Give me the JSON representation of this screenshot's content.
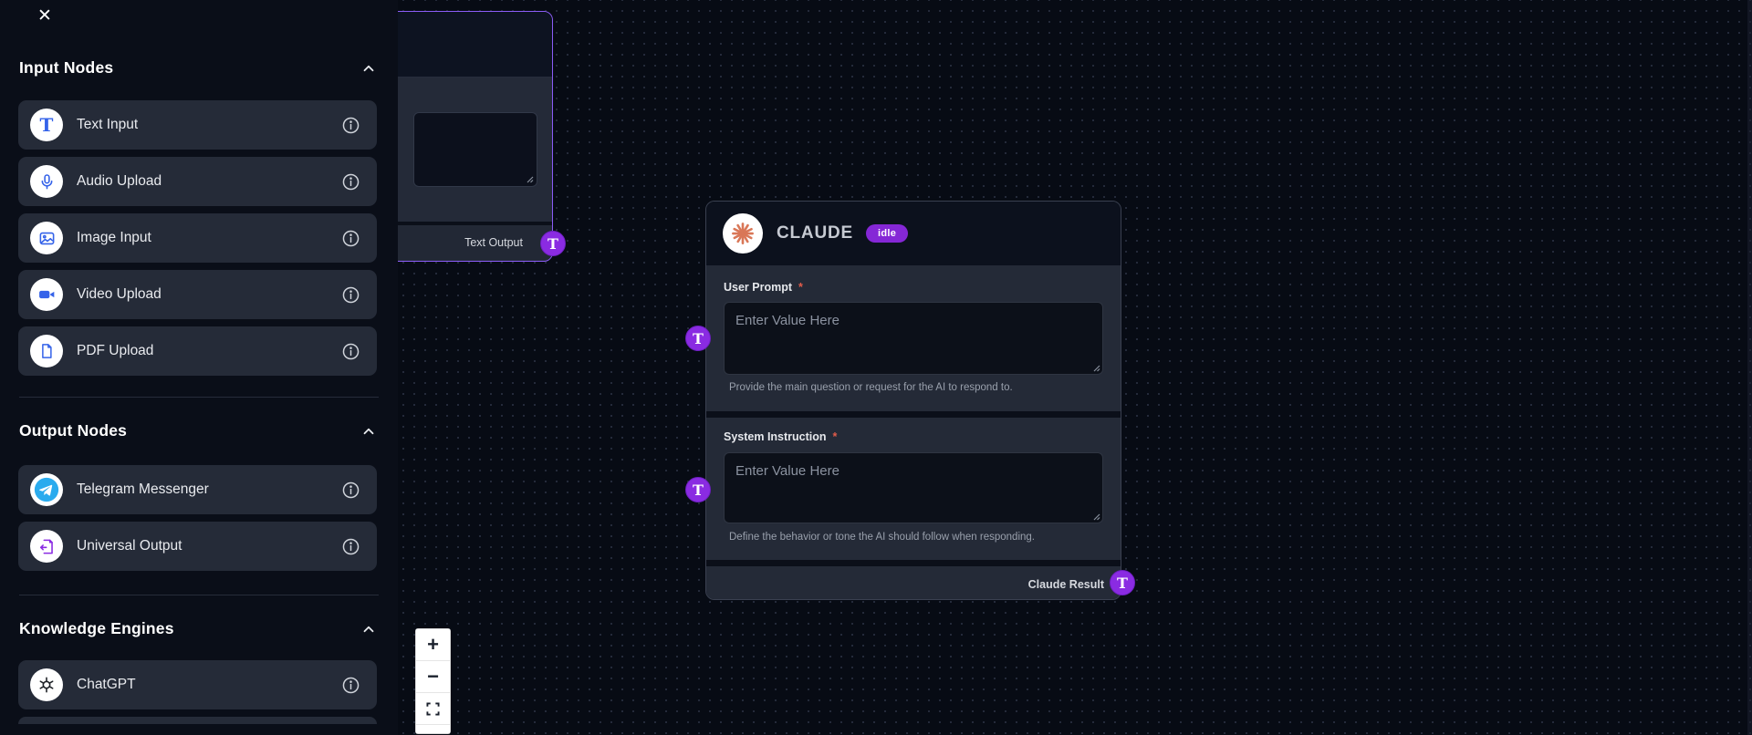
{
  "sidebar": {
    "close_glyph": "✕",
    "sections": [
      {
        "title": "Input Nodes",
        "chevron": "chevron-up-icon",
        "items": [
          {
            "label": "Text Input",
            "icon": "text-input-icon",
            "info_icon": "info-icon"
          },
          {
            "label": "Audio Upload",
            "icon": "microphone-icon",
            "info_icon": "info-icon"
          },
          {
            "label": "Image Input",
            "icon": "image-icon",
            "info_icon": "info-icon"
          },
          {
            "label": "Video Upload",
            "icon": "video-camera-icon",
            "info_icon": "info-icon"
          },
          {
            "label": "PDF Upload",
            "icon": "pdf-file-icon",
            "info_icon": "info-icon"
          }
        ]
      },
      {
        "title": "Output Nodes",
        "chevron": "chevron-up-icon",
        "items": [
          {
            "label": "Telegram Messenger",
            "icon": "telegram-icon",
            "info_icon": "info-icon"
          },
          {
            "label": "Universal Output",
            "icon": "universal-output-icon",
            "info_icon": "info-icon"
          }
        ]
      },
      {
        "title": "Knowledge Engines",
        "chevron": "chevron-up-icon",
        "items": [
          {
            "label": "ChatGPT",
            "icon": "chatgpt-icon",
            "info_icon": "info-icon"
          }
        ]
      }
    ]
  },
  "canvas": {
    "text_output_node": {
      "output_label": "Text Output",
      "handle_glyph": "T",
      "selected": true
    },
    "claude_node": {
      "title": "CLAUDE",
      "status_badge": "idle",
      "logo": "claude-starburst-icon",
      "fields": [
        {
          "label": "User Prompt",
          "required_mark": "*",
          "value": "",
          "placeholder": "Enter Value Here",
          "helper": "Provide the main question or request for the AI to respond to."
        },
        {
          "label": "System Instruction",
          "required_mark": "*",
          "value": "",
          "placeholder": "Enter Value Here",
          "helper": "Define the behavior or tone the AI should follow when responding."
        }
      ],
      "output_label": "Claude Result",
      "handle_glyph": "T",
      "input_handle_glyphs": [
        "T",
        "T"
      ]
    },
    "zoom_controls": {
      "zoom_in_glyph": "+",
      "zoom_out_glyph": "−",
      "fit_view": "fit-view-icon"
    }
  },
  "colors": {
    "canvas_bg": "#070b14",
    "sidebar_bg": "#0a0e18",
    "item_bg": "#252b38",
    "node_body": "#242a37",
    "node_header": "#0c111d",
    "accent_purple": "#8a2be2",
    "badge_purple": "#8527d6",
    "selected_border": "#8b5cf6",
    "icon_blue": "#3563e9",
    "telegram_blue": "#2aabee",
    "claude_orange": "#d97757",
    "required_red": "#e25c4a"
  }
}
